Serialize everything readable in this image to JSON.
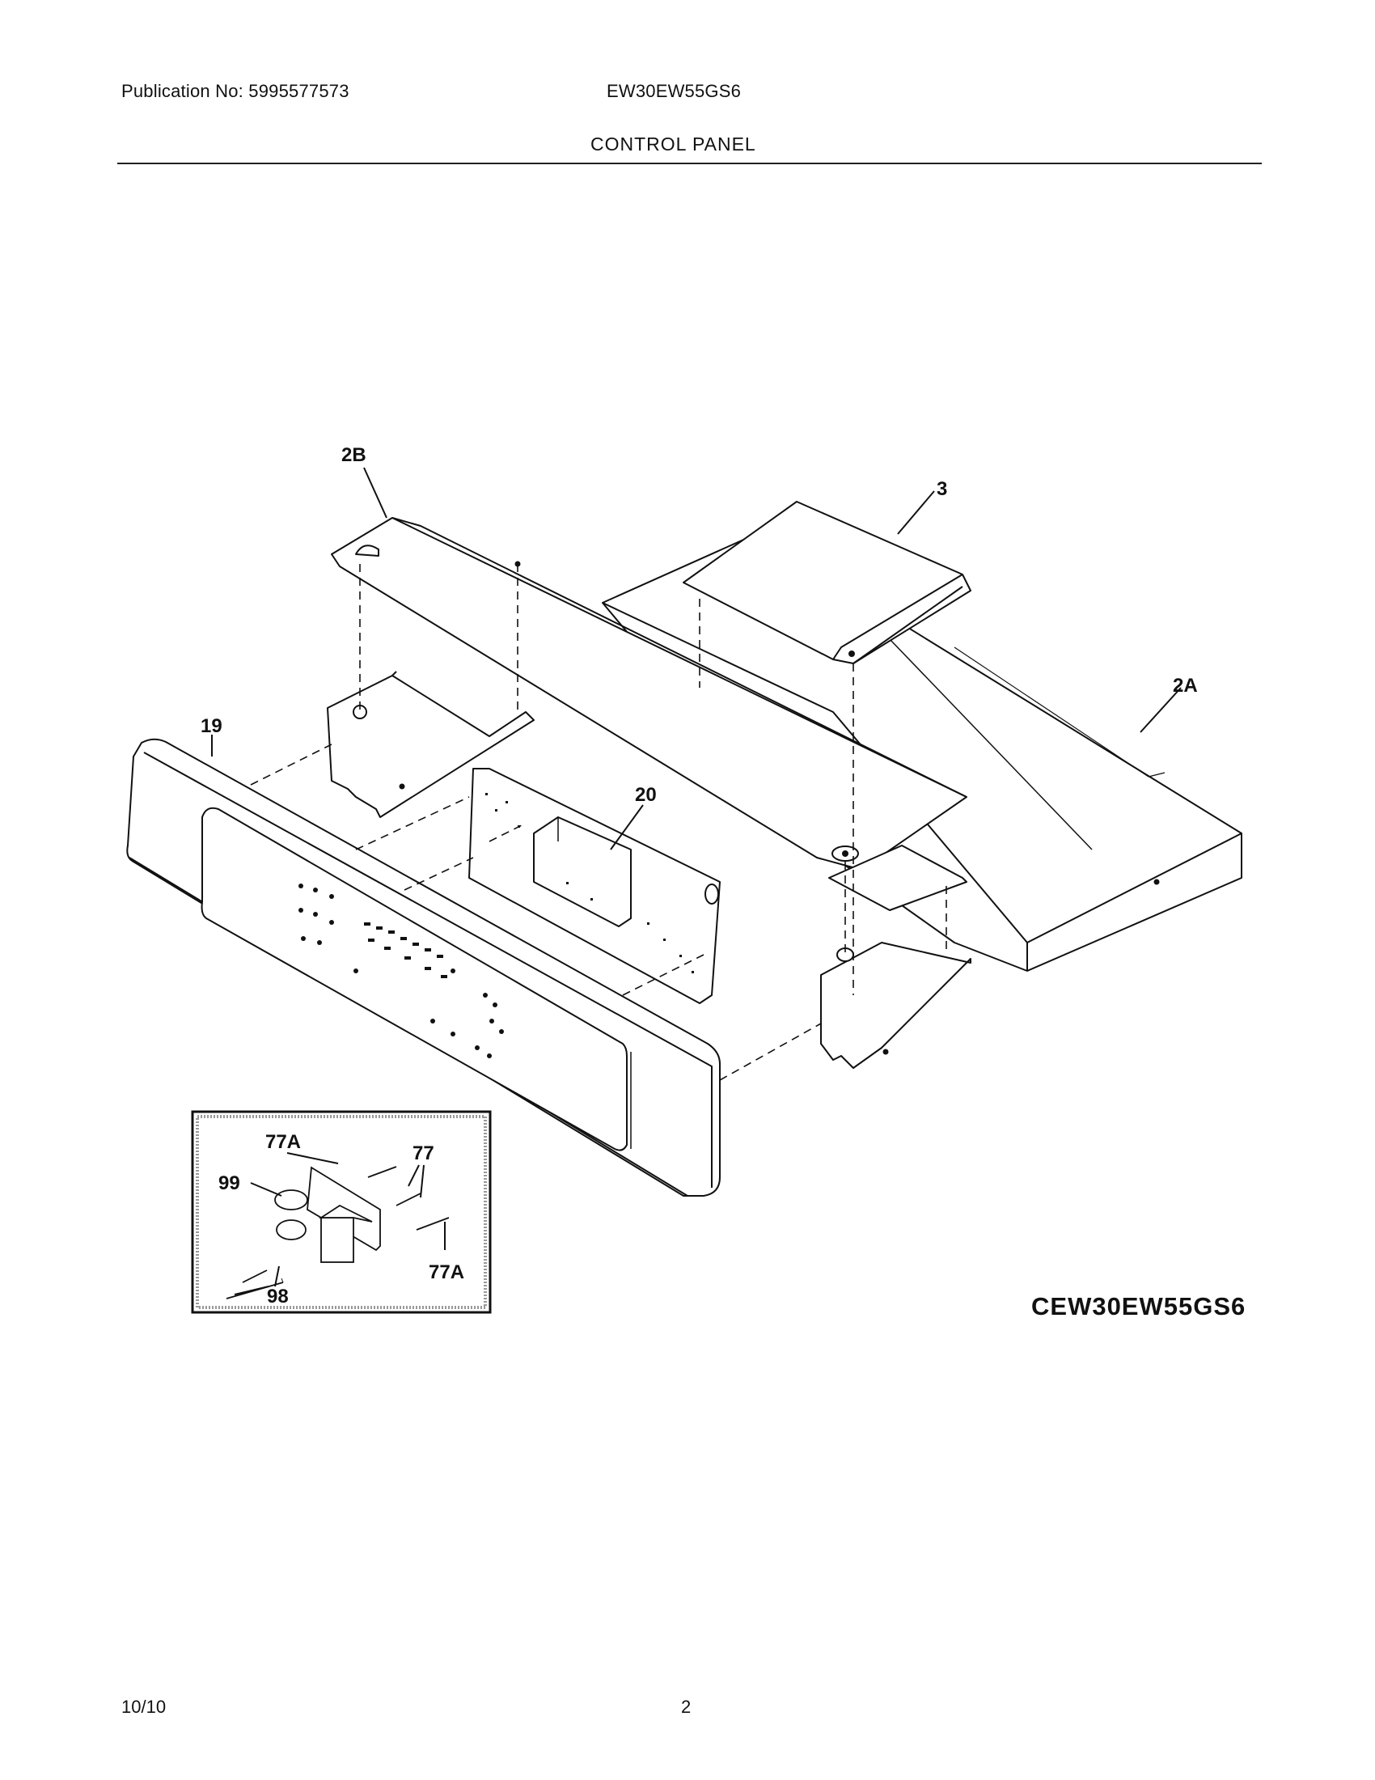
{
  "header": {
    "publication": "Publication No: 5995577573",
    "model": "EW30EW55GS6",
    "section_title": "CONTROL PANEL"
  },
  "callouts": {
    "c2B": "2B",
    "c3": "3",
    "c2A": "2A",
    "c19": "19",
    "c20": "20",
    "c77A_top": "77A",
    "c77": "77",
    "c99": "99",
    "c77A_bottom": "77A",
    "c98": "98"
  },
  "drawing_code": "CEW30EW55GS6",
  "footer": {
    "date": "10/10",
    "page_number": "2"
  }
}
